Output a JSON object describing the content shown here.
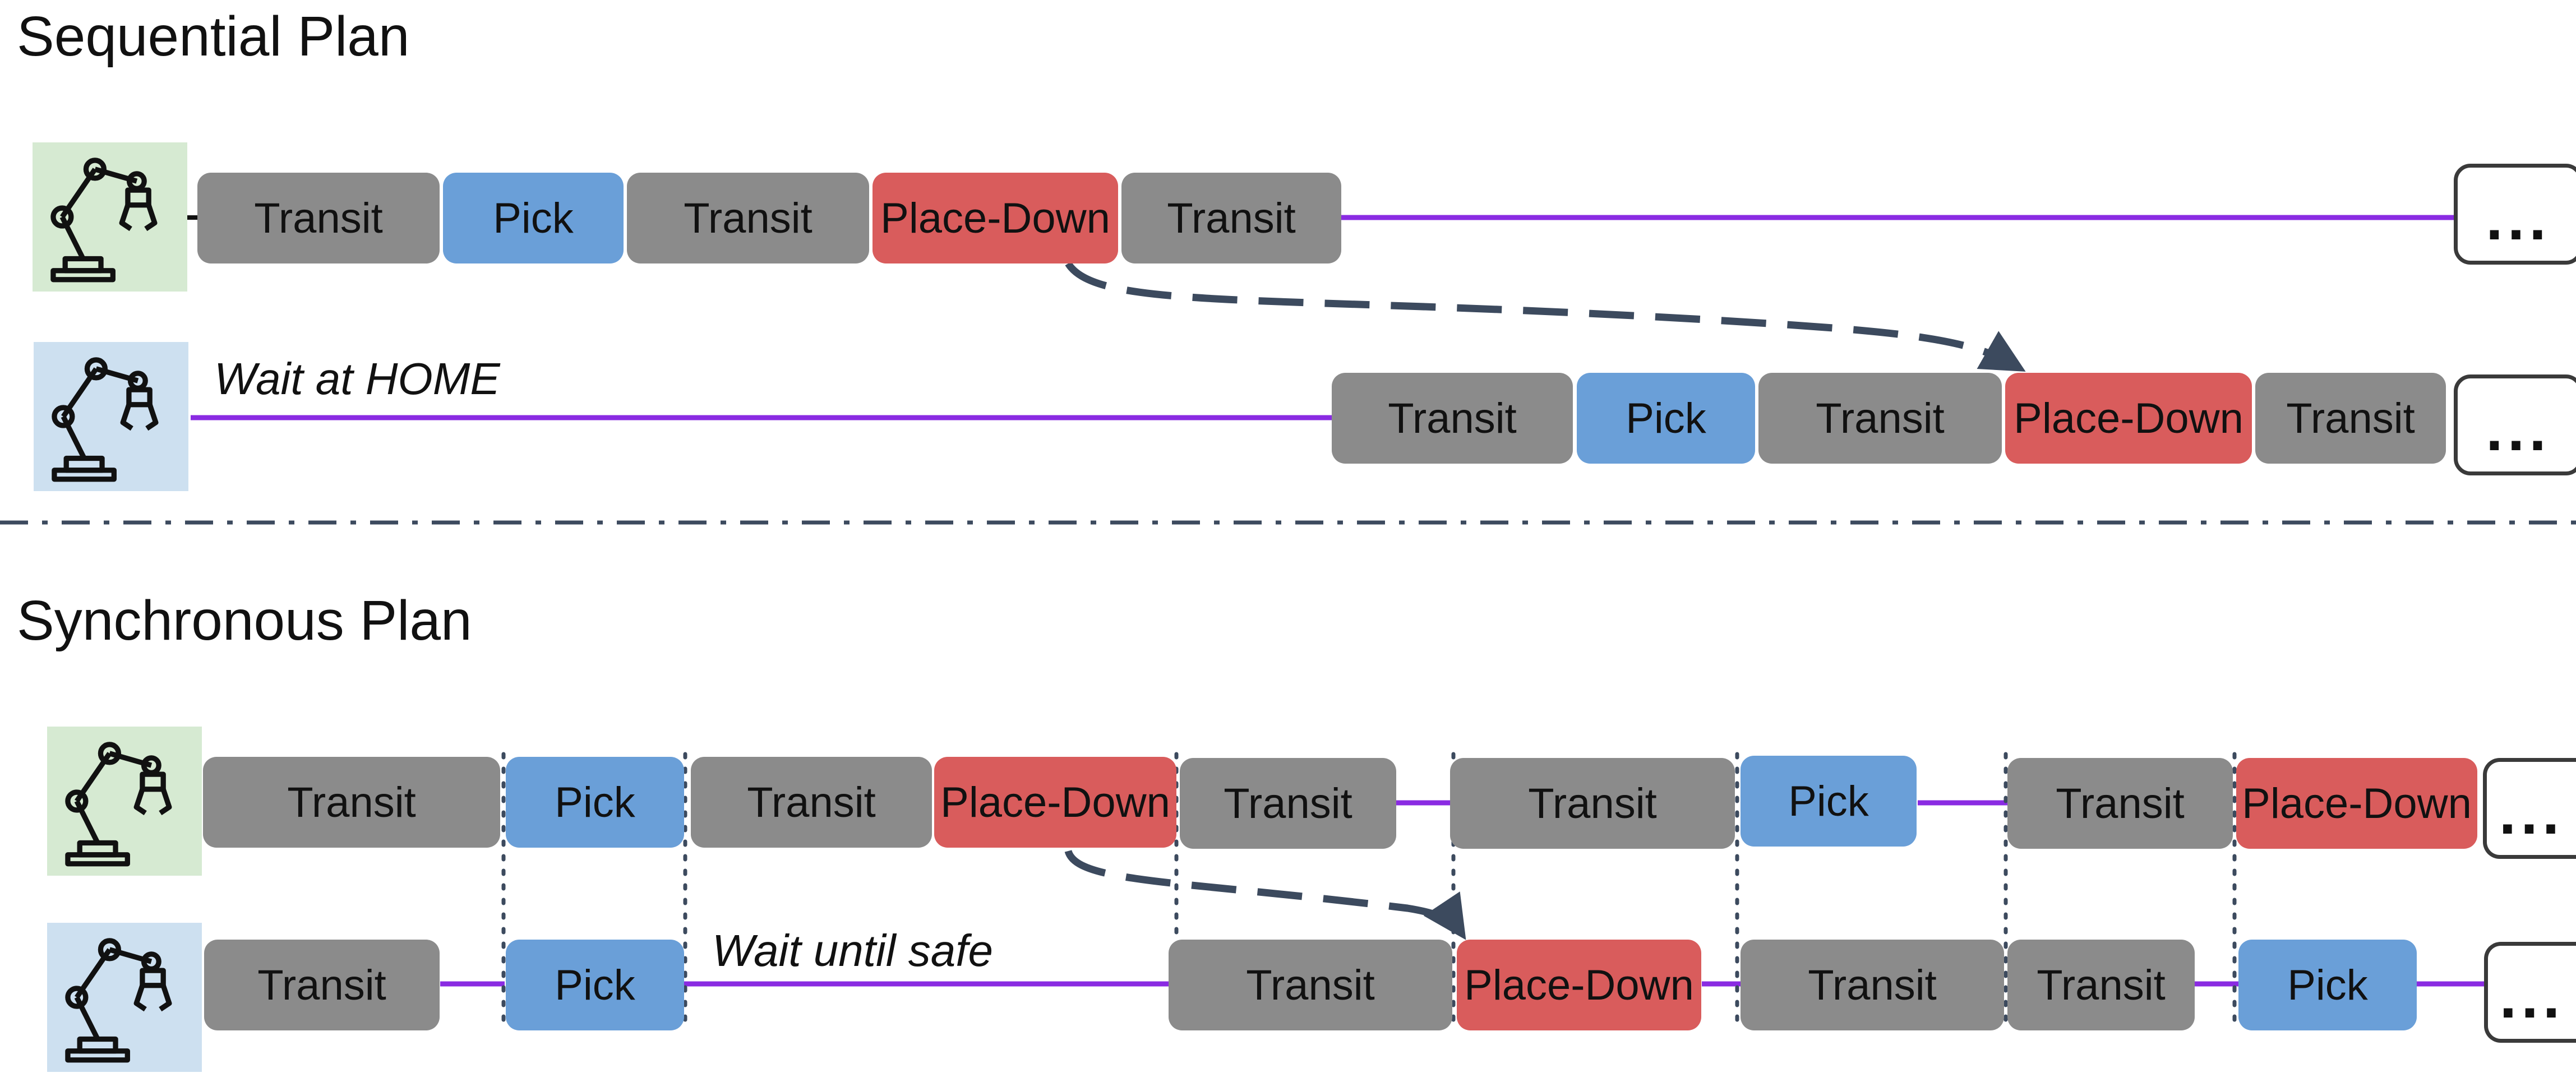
{
  "titles": {
    "sequential": "Sequential Plan",
    "synchronous": "Synchronous Plan"
  },
  "labels": {
    "transit": "Transit",
    "pick": "Pick",
    "place_down": "Place-Down",
    "ellipsis": "..."
  },
  "wait_labels": {
    "home": "Wait at HOME",
    "safe": "Wait until safe"
  },
  "colors": {
    "transit": "#8b8b8b",
    "pick": "#6a9fd8",
    "place_down": "#d95c5c",
    "wait_line": "#8a2be2",
    "arrow": "#3c4a5e",
    "robot1_bg": "#d6ead2",
    "robot2_bg": "#cde0f0"
  },
  "icons": {
    "robot": "robot-arm-icon"
  }
}
